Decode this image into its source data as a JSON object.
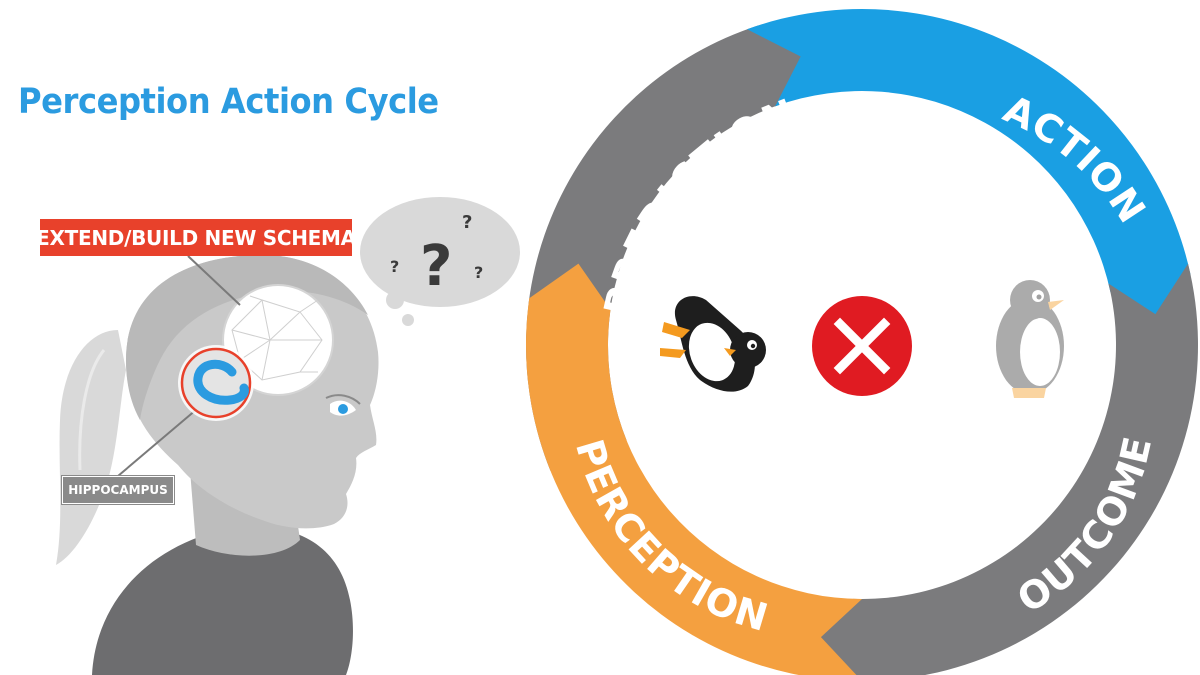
{
  "title": "Perception Action Cycle",
  "brain": {
    "schema_label": "EXTEND/BUILD NEW SCHEMA",
    "hippocampus_label": "HIPPOCAMPUS",
    "thought_marks": [
      "?",
      "?",
      "?",
      "?"
    ]
  },
  "cycle": {
    "stages": [
      {
        "label": "PREDICTION",
        "color": "#7b7b7d"
      },
      {
        "label": "ACTION",
        "color": "#1a9fe3"
      },
      {
        "label": "OUTCOME",
        "color": "#7b7b7d"
      },
      {
        "label": "PERCEPTION",
        "color": "#f4a040"
      }
    ],
    "center_icons": [
      "penguin-icon",
      "x-mark-icon",
      "faded-penguin-icon"
    ]
  },
  "colors": {
    "title": "#2b9be0",
    "schema_tag": "#e8412b",
    "mismatch": "#e01b22"
  }
}
